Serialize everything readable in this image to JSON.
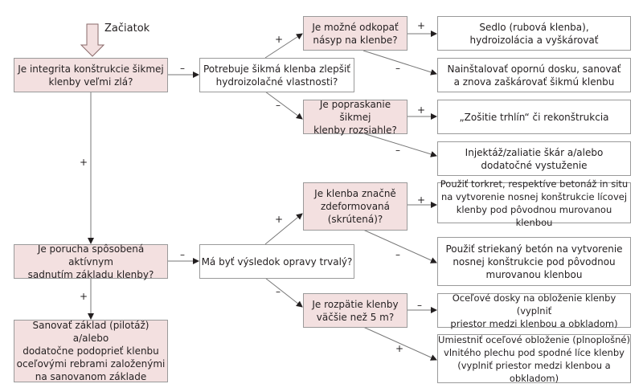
{
  "start_label": "Začiatok",
  "colors": {
    "question_fill": "#f3e0e0",
    "result_fill": "#ffffff",
    "line": "#777777"
  },
  "nodes": {
    "q_integrity": "Je integrita konštrukcie šikmej\nklenby veľmi zlá?",
    "q_waterproof": "Potrebuje šikmá klenba zlepšiť\nhydroizolačné vlastnosti?",
    "q_excavate": "Je možné odkopať\nnásyp na klenbe?",
    "q_cracking": "Je popraskanie šikmej\nklenby rozsiahle?",
    "r_saddle": "Sedlo (rubová klenba),\nhydroizolácia a vyškárovať",
    "r_support_plate": "Nainštalovať opornú dosku, sanovať\na znova zaškárovať šikmú klenbu",
    "r_stitching": "„Zošitie trhlín“ či rekonštrukcia",
    "r_injection": "Injektáž/zaliatie škár a/alebo\ndodatočné vystuženie",
    "q_settlement": "Je porucha spôsobená aktívnym\nsadnutím základu klenby?",
    "q_permanent": "Má byť výsledok opravy trvalý?",
    "q_deformed": "Je klenba značně\nzdeformovaná\n(skrútená)?",
    "q_span": "Je rozpätie klenby\nväčšie než 5 m?",
    "r_torkret": "Použiť torkret, respektíve betonáž in situ\nna vytvorenie nosnej konštrukcie lícovej\nklenby pod pôvodnou murovanou klenbou",
    "r_shotcrete": "Použiť striekaný betón na vytvorenie\nnosnej konštrukcie pod pôvodnou\nmurovanou klenbou",
    "r_steel_plates": "Oceľové dosky na obloženie klenby (vyplniť\npriestor medzi klenbou a obkladom)",
    "r_corrugated": "Umiestniť oceľové obloženie (plnoplošné)\nvlnitého plechu pod spodné líce klenby\n(vyplniť priestor medzi klenbou a obkladom)",
    "r_foundation": "Sanovať základ (pilotáž) a/alebo\ndodatočne podoprieť klenbu\noceľovými rebrami založenými\nna sanovanom základe"
  },
  "edge_labels": {
    "yes": "+",
    "no": "–"
  }
}
